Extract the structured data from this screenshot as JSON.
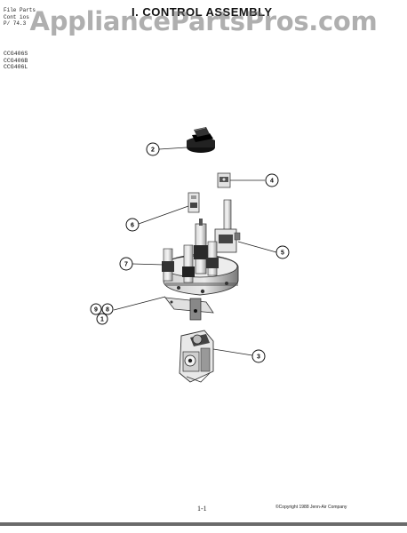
{
  "watermark": "AppliancePartsPros.com",
  "header": {
    "lines": [
      "File Parts",
      "Cont  ios",
      "P/  74.3"
    ],
    "title": "I. CONTROL ASSEMBLY"
  },
  "models": [
    "CCG406S",
    "CCG406B",
    "CCG406L"
  ],
  "callouts": [
    "2",
    "4",
    "6",
    "5",
    "7",
    "9",
    "8",
    "1",
    "3"
  ],
  "footer": {
    "page_number": "1-1",
    "copyright": "©Copyright 1988 Jenn-Air Company"
  }
}
